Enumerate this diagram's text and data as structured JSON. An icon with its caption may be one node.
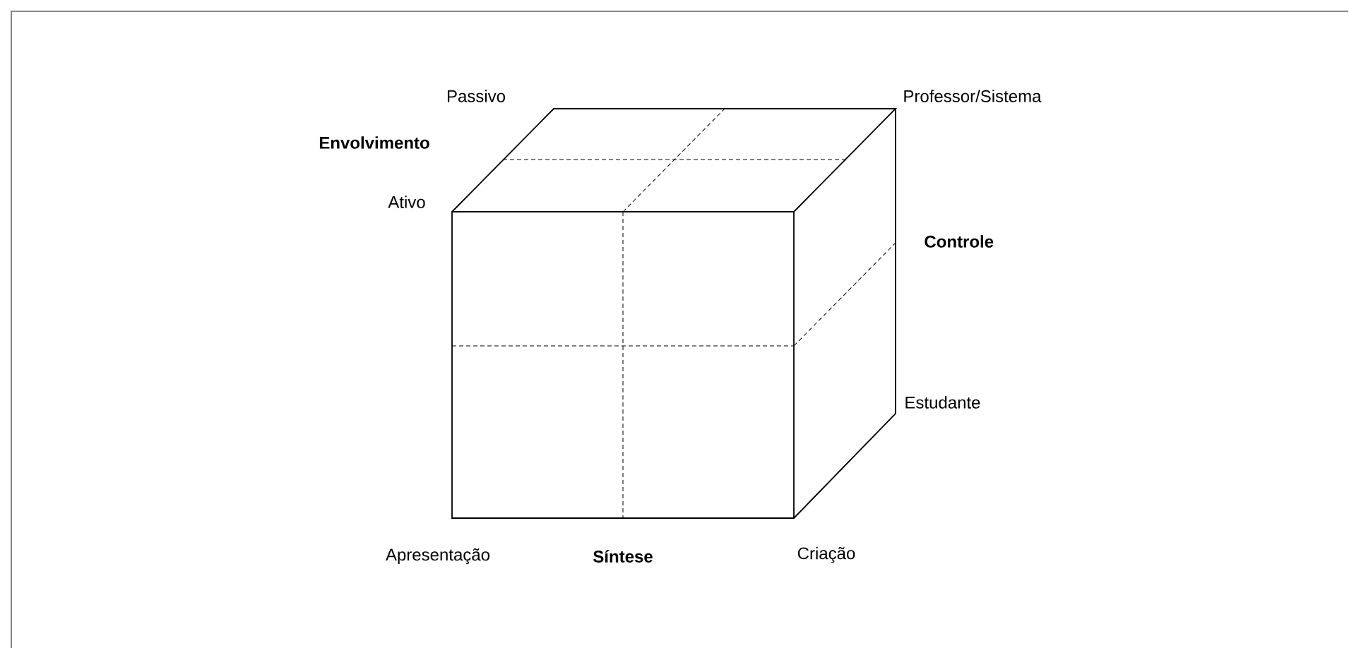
{
  "diagram": {
    "labels": [
      "Passivo",
      "Professor/Sistema",
      "Envolvimento",
      "Ativo",
      "Controle",
      "Estudante",
      "Apresentação",
      "Síntese",
      "Criação"
    ]
  }
}
